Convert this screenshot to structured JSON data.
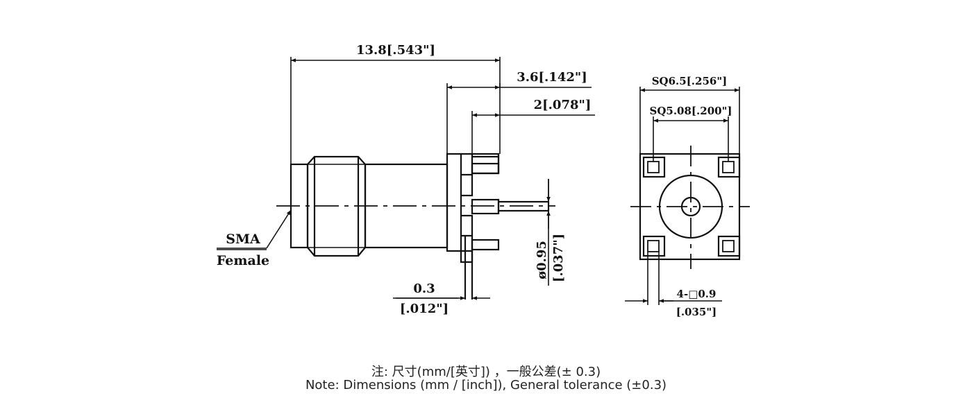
{
  "side_view": {
    "overall_length": "13.8[.543\"]",
    "flange_offset": "3.6[.142\"]",
    "post_offset": "2[.078\"]",
    "pin_diameter": "ø0.95",
    "pin_diameter_inch": "[.037\"]",
    "plate_thickness": "0.3",
    "plate_thickness_inch": "[.012\"]",
    "connector_label_1": "SMA",
    "connector_label_2": "Female"
  },
  "front_view": {
    "outer_square": "SQ6.5[.256\"]",
    "hole_spacing": "SQ5.08[.200\"]",
    "pin_size": "4-□0.9",
    "pin_size_inch": "[.035\"]"
  },
  "notes": {
    "chinese": "注: 尺寸(mm/[英寸]) ，一般公差(± 0.3)",
    "english": "Note: Dimensions (mm / [inch]), General tolerance (±0.3)"
  }
}
